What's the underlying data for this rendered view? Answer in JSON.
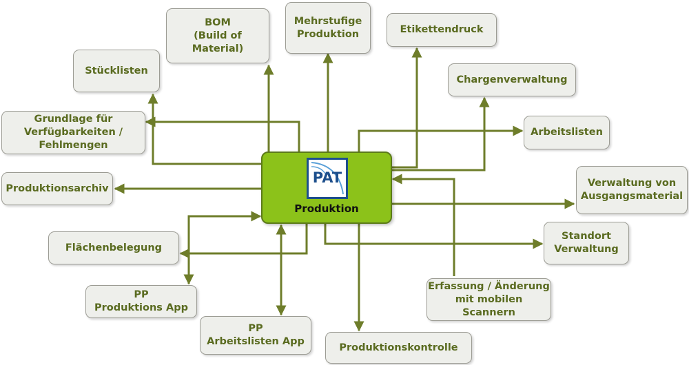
{
  "center": {
    "logo_text": "PAT",
    "label": "Produktion"
  },
  "nodes": {
    "bom": "BOM\n(Build of Material)",
    "mehrstufig": "Mehrstufige\nProduktion",
    "etiketten": "Etikettendruck",
    "stuecklisten": "Stücklisten",
    "chargen": "Chargenverwaltung",
    "grundlage": "Grundlage für\nVerfügbarkeiten /\nFehlmengen",
    "arbeitslisten": "Arbeitslisten",
    "archiv": "Produktionsarchiv",
    "ausgangsmaterial": "Verwaltung von\nAusgangsmaterial",
    "standort": "Standort\nVerwaltung",
    "flaechen": "Flächenbelegung",
    "erfassung": "Erfassung / Änderung\nmit mobilen Scannern",
    "pp_prod": "PP\nProduktions App",
    "pp_arbeit": "PP\nArbeitslisten App",
    "kontrolle": "Produktionskontrolle"
  },
  "colors": {
    "line": "#6e7d2a",
    "center_fill": "#8cc21a",
    "box_fill": "#eeefeb",
    "text": "#5a6b20"
  }
}
